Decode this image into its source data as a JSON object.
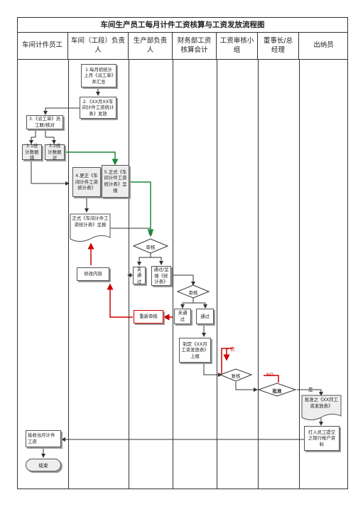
{
  "title": "车间生产员工每月计件工资核算与工资发放流程图",
  "lanes": [
    "车间计件员工",
    "车间（工段）负责人",
    "生产部负责人",
    "财务部工资核算会计",
    "工资审核小组",
    "董事长/总经理",
    "出纳员"
  ],
  "nodes": {
    "n1": "1.每月初统计上月《派工单》并汇总",
    "n2": "2.《XX月XX车间计件工资统计表》发放",
    "n3": "3.《派工单》员工联/核对",
    "n31": "3.1统计数据错",
    "n32": "3.2统计数据对",
    "n4": "4.更正《车间计件工资统计表》",
    "n5": "5.正式《车间计件工资统计表》呈报",
    "doc_formal": "正式《车间计件工资统计表》呈报",
    "modify": "修改内容",
    "review1": "审核",
    "fail1": "未通过",
    "pass1": "通过/呈报《统计表》",
    "review2": "审核",
    "rereview": "重新审核",
    "fail2": "未通过",
    "pass2": "通过",
    "make_table": "制定《XX月工资发放表》上报",
    "recheck": "复核",
    "approve": "批准",
    "approved_table": "批准之《XX月工资发放表》",
    "bank": "打入员工提交之银行帐户资料",
    "receive": "接收当月计件工资",
    "end": "结束",
    "label_no": "否",
    "label_NO": "NO",
    "label_yes": "是"
  },
  "colors": {
    "green": "#1a8a3a",
    "red": "#cc0000",
    "line": "#333333"
  }
}
